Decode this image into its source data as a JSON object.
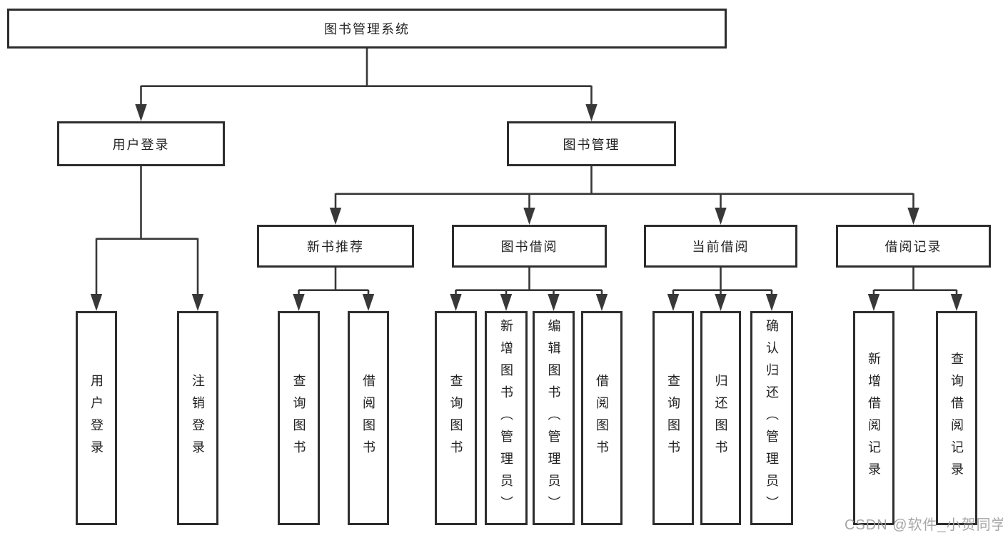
{
  "tree": {
    "root": {
      "label": "图书管理系统"
    },
    "user_branch": {
      "label": "用户登录",
      "leaves": [
        {
          "label": "用户登录"
        },
        {
          "label": "注销登录"
        }
      ]
    },
    "mgmt_branch": {
      "label": "图书管理",
      "sections": [
        {
          "label": "新书推荐",
          "leaves": [
            {
              "label": "查询图书"
            },
            {
              "label": "借阅图书"
            }
          ]
        },
        {
          "label": "图书借阅",
          "leaves": [
            {
              "label": "查询图书"
            },
            {
              "label": "新增图书（管理员）"
            },
            {
              "label": "编辑图书（管理员）"
            },
            {
              "label": "借阅图书"
            }
          ]
        },
        {
          "label": "当前借阅",
          "leaves": [
            {
              "label": "查询图书"
            },
            {
              "label": "归还图书"
            },
            {
              "label": "确认归还（管理员）"
            }
          ]
        },
        {
          "label": "借阅记录",
          "leaves": [
            {
              "label": "新增借阅记录"
            },
            {
              "label": "查询借阅记录"
            }
          ]
        }
      ]
    }
  },
  "watermark": {
    "text": "CSDN @软件_小贺同学"
  },
  "colors": {
    "background": "#ffffff",
    "line": "#383838",
    "box_border": "#2d2d2d",
    "box_fill": "#ffffff",
    "text": "#222222",
    "watermark": "#9e9e9e"
  }
}
